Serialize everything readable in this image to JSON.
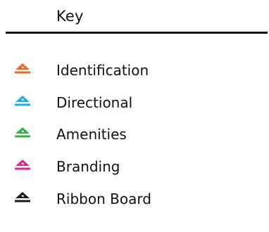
{
  "key": {
    "title": "Key"
  },
  "legend": {
    "items": [
      {
        "label": "Identification",
        "color": "#e8692a",
        "icon": "orange-triangle-marker-icon"
      },
      {
        "label": "Directional",
        "color": "#27a8e0",
        "icon": "blue-triangle-marker-icon"
      },
      {
        "label": "Amenities",
        "color": "#3aae49",
        "icon": "green-triangle-marker-icon"
      },
      {
        "label": "Branding",
        "color": "#e3248a",
        "icon": "pink-triangle-marker-icon"
      },
      {
        "label": "Ribbon Board",
        "color": "#1a1a1a",
        "icon": "black-triangle-marker-icon"
      }
    ]
  }
}
